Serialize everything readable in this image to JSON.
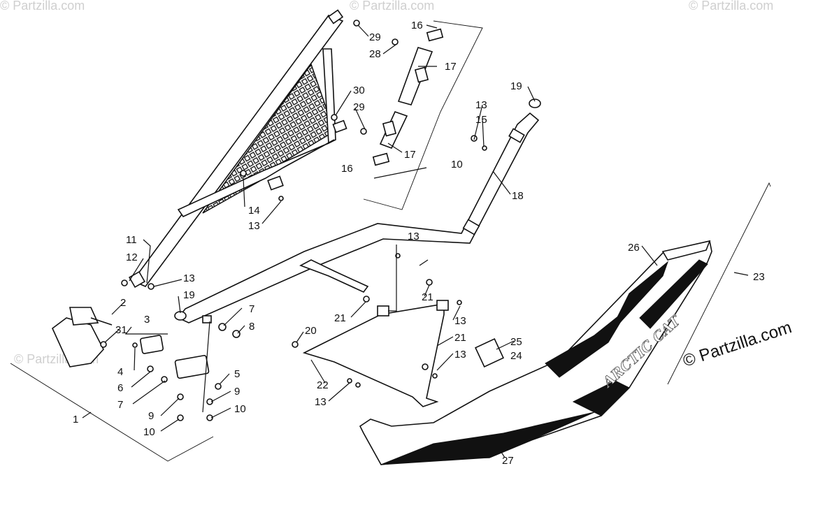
{
  "watermark": {
    "text": "© Partzilla.com",
    "faint_text": "© Partzilla.com"
  },
  "decal_text": "ARCTIC CAT",
  "callouts": {
    "c1": "1",
    "c2": "2",
    "c3": "3",
    "c4": "4",
    "c5": "5",
    "c6": "6",
    "c7a": "7",
    "c7b": "7",
    "c8": "8",
    "c9a": "9",
    "c9b": "9",
    "c10a": "10",
    "c10b": "10",
    "c10c": "10",
    "c11": "11",
    "c12": "12",
    "c13a": "13",
    "c13b": "13",
    "c13c": "13",
    "c13d": "13",
    "c13e": "13",
    "c13f": "13",
    "c13g": "13",
    "c14": "14",
    "c15": "15",
    "c16a": "16",
    "c16b": "16",
    "c17a": "17",
    "c17b": "17",
    "c18": "18",
    "c19a": "19",
    "c19b": "19",
    "c20": "20",
    "c21a": "21",
    "c21b": "21",
    "c21c": "21",
    "c22": "22",
    "c23": "23",
    "c24": "24",
    "c25": "25",
    "c26": "26",
    "c27": "27",
    "c28": "28",
    "c29a": "29",
    "c29b": "29",
    "c30": "30",
    "c31": "31"
  }
}
